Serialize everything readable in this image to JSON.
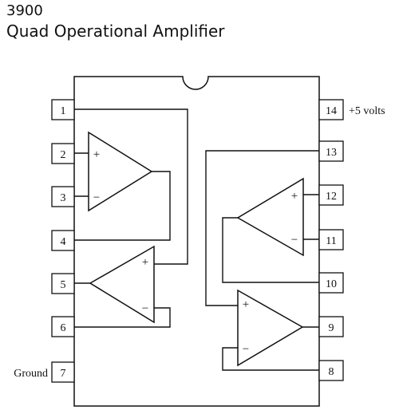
{
  "title": {
    "part_number": "3900",
    "description": "Quad Operational Amplifier"
  },
  "pins": [
    {
      "number": "1",
      "label": ""
    },
    {
      "number": "2",
      "label": ""
    },
    {
      "number": "3",
      "label": ""
    },
    {
      "number": "4",
      "label": ""
    },
    {
      "number": "5",
      "label": ""
    },
    {
      "number": "6",
      "label": ""
    },
    {
      "number": "7",
      "label": "Ground"
    },
    {
      "number": "8",
      "label": ""
    },
    {
      "number": "9",
      "label": ""
    },
    {
      "number": "10",
      "label": ""
    },
    {
      "number": "11",
      "label": ""
    },
    {
      "number": "12",
      "label": ""
    },
    {
      "number": "13",
      "label": ""
    },
    {
      "number": "14",
      "label": "+5 volts"
    }
  ],
  "op_amps": [
    {
      "plus": "+",
      "minus": "−"
    },
    {
      "plus": "+",
      "minus": "−"
    },
    {
      "plus": "+",
      "minus": "−"
    },
    {
      "plus": "+",
      "minus": "−"
    }
  ]
}
